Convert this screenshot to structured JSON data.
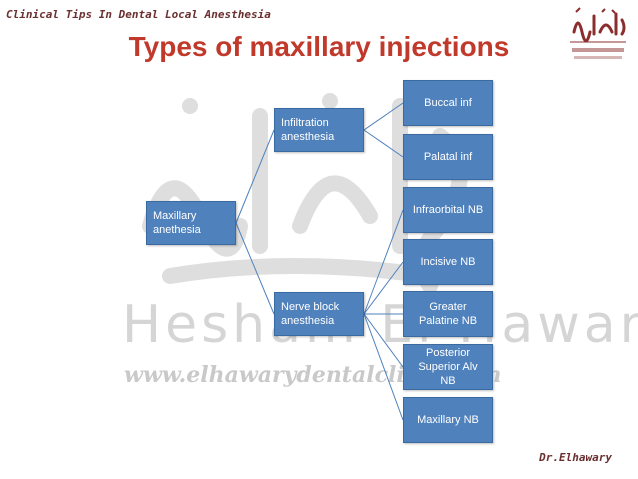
{
  "header": {
    "subject": "Clinical  Tips In Dental Local Anesthesia"
  },
  "slide": {
    "title": "Types of maxillary injections",
    "author": "Dr.Elhawary"
  },
  "watermark": {
    "name": "Hesham El-Hawary",
    "url": "www.elhawarydentalclinic.com"
  },
  "tree": {
    "root": "Maxillary anethesia",
    "branches": [
      {
        "label": "Infiltration anesthesia",
        "children": [
          "Buccal inf",
          "Palatal inf"
        ]
      },
      {
        "label": "Nerve block anesthesia",
        "children": [
          "Infraorbital NB",
          "Incisive NB",
          "Greater Palatine NB",
          "Posterior Superior Alv NB",
          "Maxillary NB"
        ]
      }
    ]
  },
  "colors": {
    "node_fill": "#4f81bd",
    "connector": "#4f81bd",
    "title": "#c0392b",
    "header": "#6b2f2f"
  }
}
